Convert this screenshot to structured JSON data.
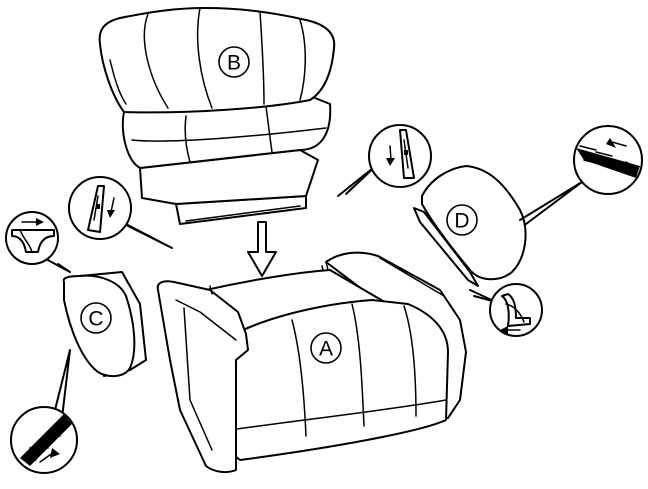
{
  "diagram": {
    "parts": [
      {
        "id": "A",
        "label": "A",
        "name": "seat-base"
      },
      {
        "id": "B",
        "label": "B",
        "name": "backrest"
      },
      {
        "id": "C",
        "label": "C",
        "name": "left-armrest-cushion"
      },
      {
        "id": "D",
        "label": "D",
        "name": "right-armrest-cushion"
      }
    ],
    "callouts": [
      {
        "name": "latch-down-callout-left",
        "icon": "latch-slide-down-icon"
      },
      {
        "name": "latch-down-callout-right",
        "icon": "latch-slide-down-icon"
      },
      {
        "name": "zipper-callout-right",
        "icon": "zipper-close-icon"
      },
      {
        "name": "zipper-callout-left",
        "icon": "zipper-close-icon"
      },
      {
        "name": "velcro-callout-left",
        "icon": "hook-fastener-icon"
      },
      {
        "name": "velcro-callout-right",
        "icon": "hook-fastener-icon"
      }
    ],
    "assembly_arrow": {
      "icon": "down-arrow-icon"
    },
    "line_color": "#000000",
    "background": "#ffffff"
  }
}
